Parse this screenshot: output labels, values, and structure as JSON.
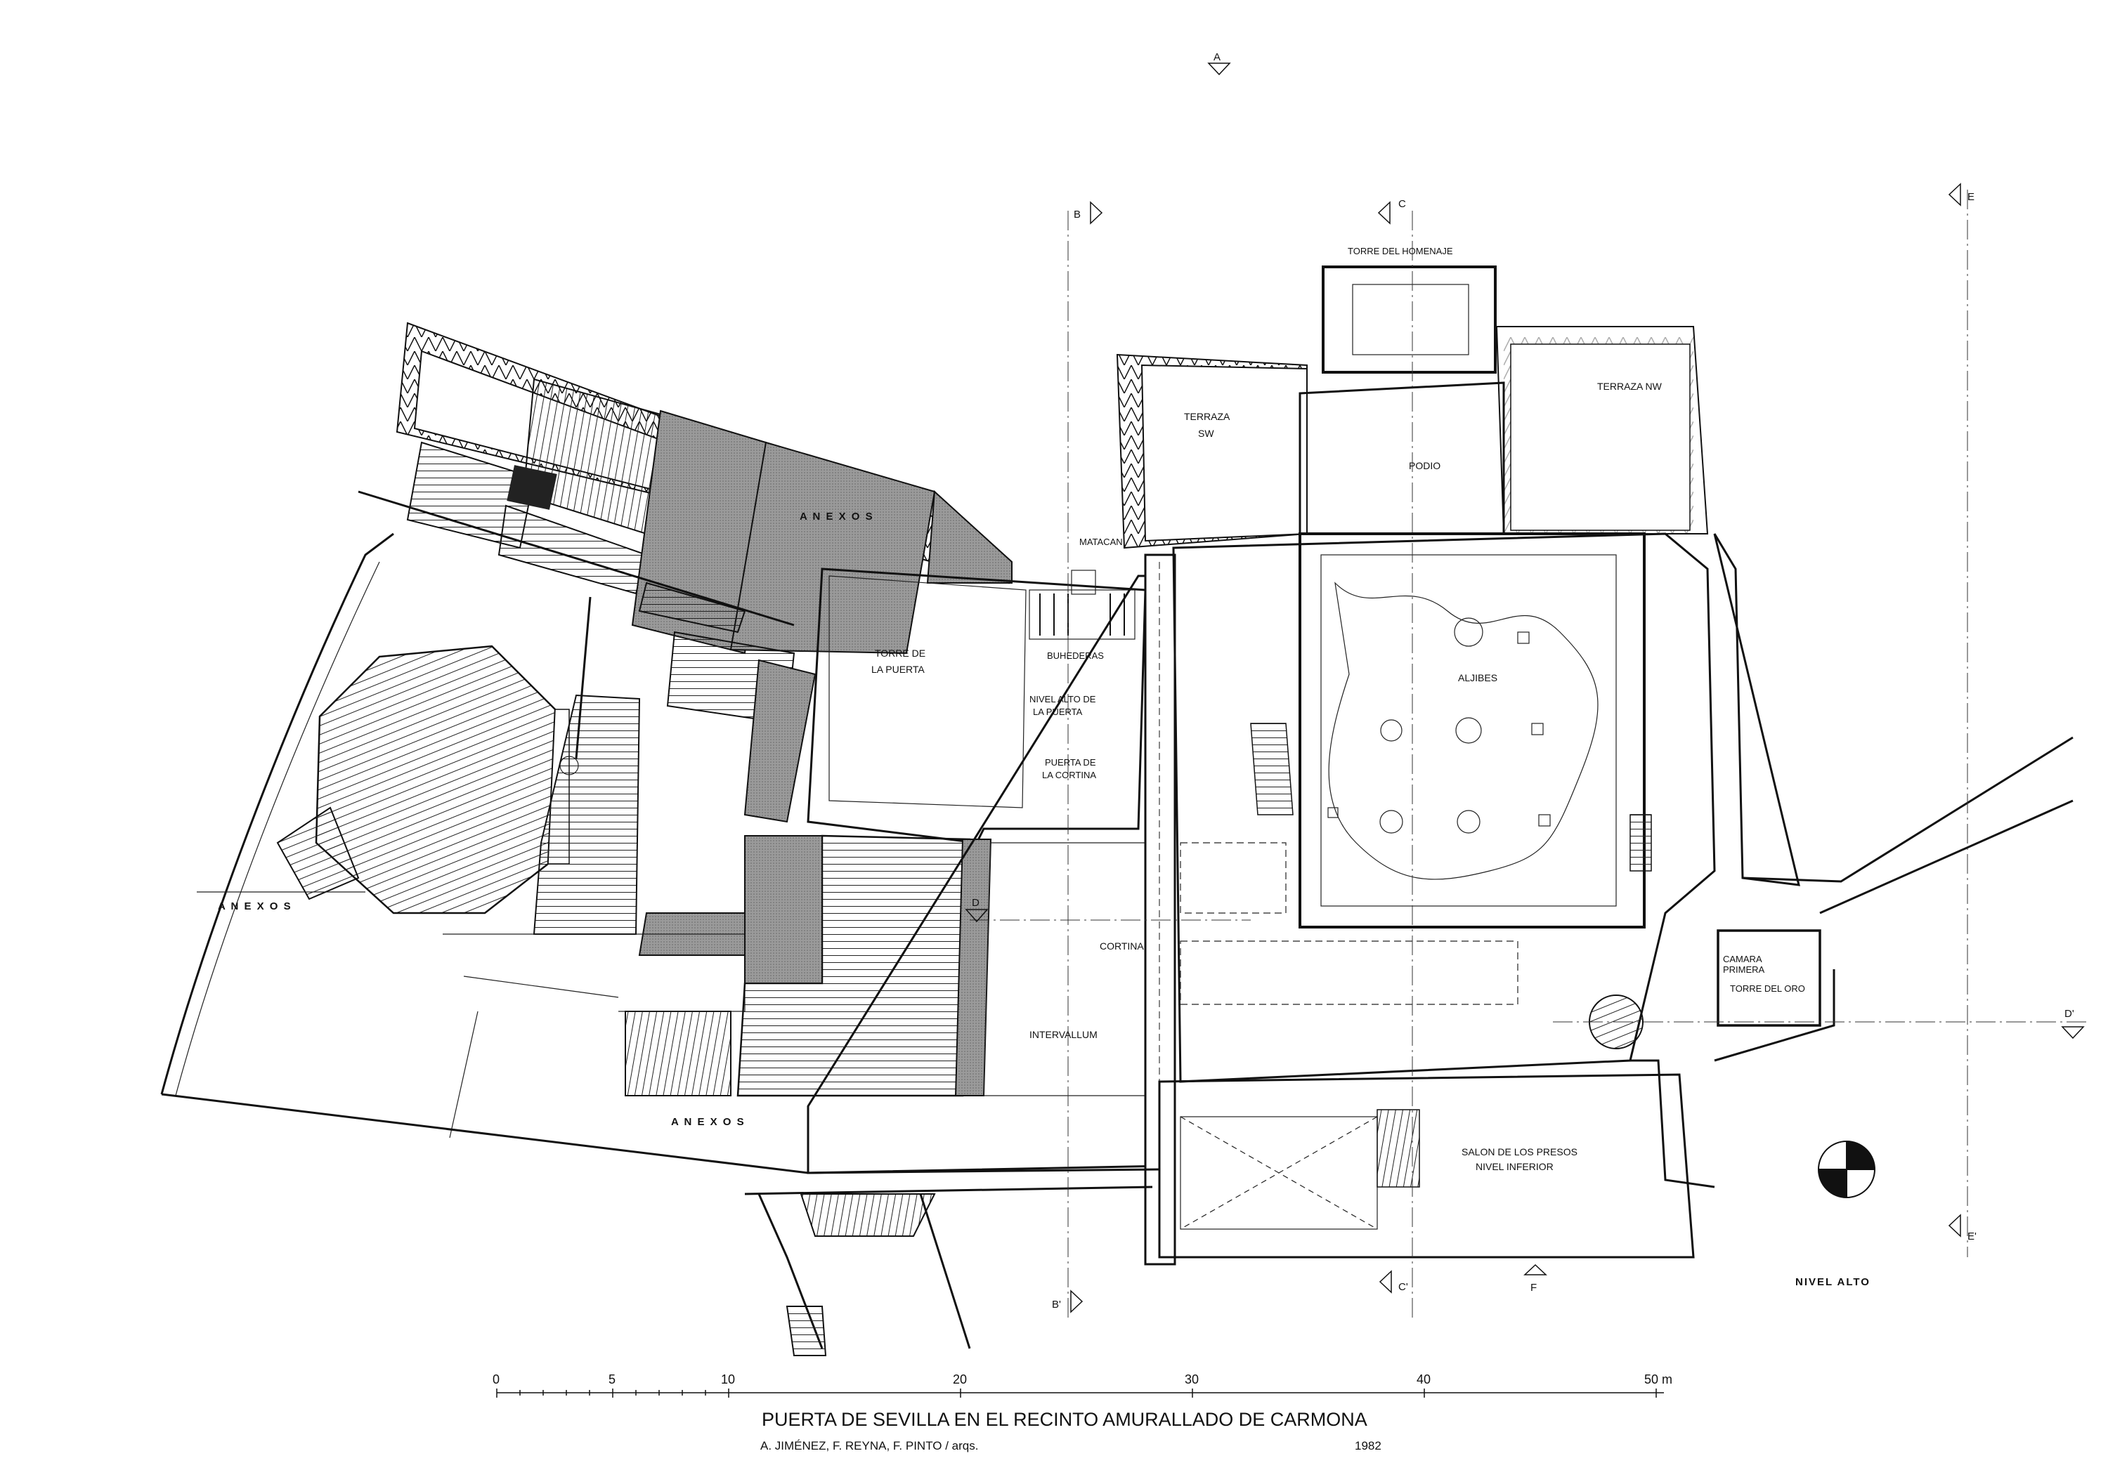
{
  "section_markers": {
    "a": "A",
    "b": "B",
    "b_prime": "B'",
    "c": "C",
    "c_prime": "C'",
    "d": "D",
    "d_prime": "D'",
    "e": "E",
    "e_prime": "E'",
    "f": "F"
  },
  "rooms": {
    "torre_homenaje": "TORRE DEL HOMENAJE",
    "terraza_sw_1": "TERRAZA",
    "terraza_sw_2": "SW",
    "terraza_nw": "TERRAZA  NW",
    "podio": "PODIO",
    "anexos_top": "A N E X O S",
    "matacan": "MATACAN",
    "torre_puerta_1": "TORRE DE",
    "torre_puerta_2": "LA  PUERTA",
    "buhederas": "BUHEDERAS",
    "nivel_alto_puerta_1": "NIVEL ALTO DE",
    "nivel_alto_puerta_2": "LA PUERTA",
    "puerta_cortina_1": "PUERTA DE",
    "puerta_cortina_2": "LA CORTINA",
    "aljibes": "ALJIBES",
    "anexos_left": "A N E X O S",
    "cortina": "CORTINA",
    "intervallum": "INTERVALLUM",
    "anexos_bottom": "A N E X O S",
    "camara_1": "CAMARA",
    "camara_2": "PRIMERA",
    "camara_3": "TORRE DEL ORO",
    "salon_1": "SALON DE LOS PRESOS",
    "salon_2": "NIVEL INFERIOR",
    "nivel_alto": "NIVEL  ALTO"
  },
  "scale_bar": {
    "ticks": [
      "0",
      "5",
      "10",
      "20",
      "30",
      "40",
      "50 m"
    ]
  },
  "title": "PUERTA DE SEVILLA EN EL RECINTO AMURALLADO DE CARMONA",
  "authors": "A. JIMÉNEZ, F. REYNA, F. PINTO / arqs.",
  "year": "1982"
}
